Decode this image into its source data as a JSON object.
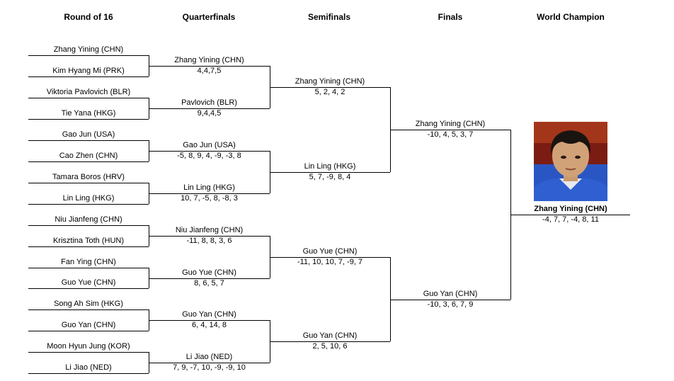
{
  "headers": {
    "r16": "Round of 16",
    "qf": "Quarterfinals",
    "sf": "Semifinals",
    "final": "Finals",
    "champion": "World Champion"
  },
  "round_of_16": [
    "Zhang Yining (CHN)",
    "Kim Hyang Mi (PRK)",
    "Viktoria Pavlovich (BLR)",
    "Tie Yana (HKG)",
    "Gao Jun (USA)",
    "Cao Zhen (CHN)",
    "Tamara Boros (HRV)",
    "Lin Ling (HKG)",
    "Niu Jianfeng (CHN)",
    "Krisztina Toth (HUN)",
    "Fan Ying (CHN)",
    "Guo Yue (CHN)",
    "Song Ah Sim (HKG)",
    "Guo Yan (CHN)",
    "Moon Hyun Jung (KOR)",
    "Li Jiao (NED)"
  ],
  "quarterfinals": [
    {
      "name": "Zhang Yining (CHN)",
      "score": "4,4,7,5"
    },
    {
      "name": "Pavlovich (BLR)",
      "score": "9,4,4,5"
    },
    {
      "name": "Gao Jun (USA)",
      "score": "-5, 8, 9, 4, -9, -3, 8"
    },
    {
      "name": "Lin Ling (HKG)",
      "score": "10, 7, -5, 8, -8, 3"
    },
    {
      "name": "Niu Jianfeng (CHN)",
      "score": "-11, 8, 8, 3, 6"
    },
    {
      "name": "Guo Yue (CHN)",
      "score": "8, 6, 5, 7"
    },
    {
      "name": "Guo Yan (CHN)",
      "score": "6, 4, 14, 8"
    },
    {
      "name": "Li Jiao (NED)",
      "score": "7, 9, -7, 10, -9, -9, 10"
    }
  ],
  "semifinals": [
    {
      "name": "Zhang Yining (CHN)",
      "score": "5, 2, 4, 2"
    },
    {
      "name": "Lin Ling (HKG)",
      "score": "5, 7, -9, 8, 4"
    },
    {
      "name": "Guo Yue (CHN)",
      "score": "-11, 10, 10, 7, -9, 7"
    },
    {
      "name": "Guo Yan (CHN)",
      "score": "2, 5, 10, 6"
    }
  ],
  "finals": [
    {
      "name": "Zhang Yining (CHN)",
      "score": "-10, 4, 5, 3, 7"
    },
    {
      "name": "Guo Yan (CHN)",
      "score": "-10, 3, 6, 7, 9"
    }
  ],
  "champion": {
    "name": "Zhang Yining (CHN)",
    "score": "-4, 7, 7, -4, 8, 11"
  }
}
